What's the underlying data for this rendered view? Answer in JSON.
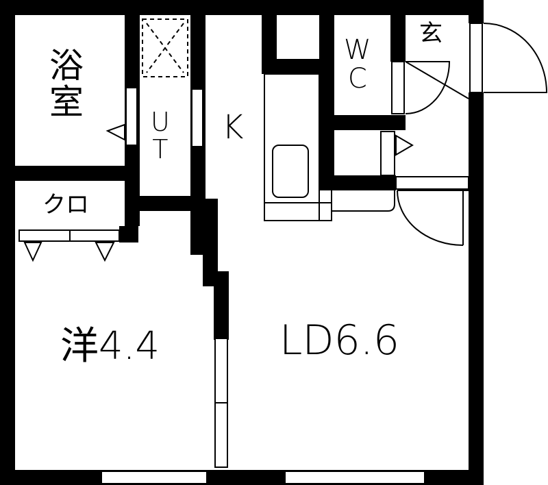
{
  "floor_plan": {
    "rooms": {
      "bathroom": {
        "label_line1": "浴",
        "label_line2": "室"
      },
      "utility": {
        "label_line1": "U",
        "label_line2": "T"
      },
      "kitchen": {
        "label": "K"
      },
      "toilet": {
        "label_line1": "W",
        "label_line2": "C"
      },
      "entrance": {
        "label": "玄"
      },
      "closet": {
        "label": "クロ"
      },
      "western_room": {
        "label": "洋4.4"
      },
      "living_dining": {
        "label": "LD6.6"
      }
    },
    "colors": {
      "wall": "#000000",
      "background": "#ffffff"
    }
  }
}
